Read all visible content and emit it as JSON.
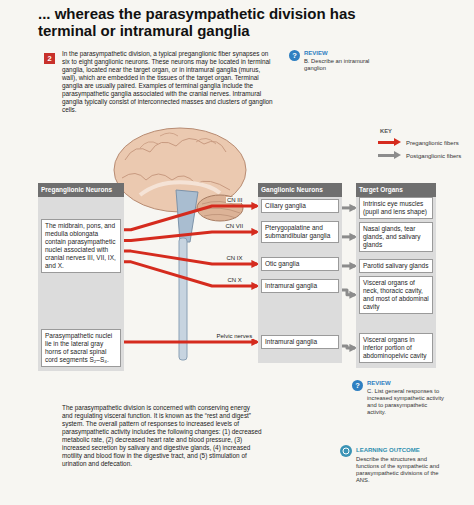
{
  "diagram": {
    "title": "... whereas the parasympathetic division has terminal or intramural ganglia",
    "nodes": [
      {
        "text": [
          "Preganglionic Neurons"
        ]
      },
      {
        "text": [
          "The midbrain, pons, and medulla oblongata contain parasympathetic nuclei associated with cranial nerves III, VII, IX, and X."
        ],
        "in": 0
      },
      {
        "text": [
          "Parasympathetic nuclei lie in the lateral gray horns of sacral spinal cord segments S₂–S₄."
        ],
        "in": 0
      },
      {
        "text": [
          "Ganglionic Neurons"
        ]
      },
      {
        "text": [
          "Ciliary ganglia"
        ],
        "in": 3
      },
      {
        "text": [
          "Pterygopalatine and submandibular ganglia"
        ],
        "in": 3
      },
      {
        "text": [
          "Otic ganglia"
        ],
        "in": 3
      },
      {
        "text": [
          "Intramural ganglia"
        ],
        "in": 3
      },
      {
        "text": [
          "Intramural ganglia"
        ],
        "in": 3
      },
      {
        "text": [
          "Target Organs"
        ]
      },
      {
        "text": [
          "Intrinsic eye muscles (pupil and lens shape)"
        ],
        "in": 9
      },
      {
        "text": [
          "Nasal glands, tear glands, and salivary glands"
        ],
        "in": 9
      },
      {
        "text": [
          "Parotid salivary glands"
        ],
        "in": 9
      },
      {
        "text": [
          "Visceral organs of neck, thoracic cavity, and most of abdominal cavity"
        ],
        "in": 9
      },
      {
        "text": [
          "Visceral organs in inferior portion of abdominopelvic cavity"
        ],
        "in": 9
      }
    ],
    "edges": [
      {
        "from": 1,
        "to": 4,
        "label": "CN III",
        "arrow": "to"
      },
      {
        "from": 1,
        "to": 5,
        "label": "CN VII",
        "arrow": "to"
      },
      {
        "from": 1,
        "to": 6,
        "label": "CN IX",
        "arrow": "to"
      },
      {
        "from": 1,
        "to": 7,
        "label": "CN X",
        "arrow": "to"
      },
      {
        "from": 2,
        "to": 8,
        "label": "Pelvic nerves",
        "arrow": "to"
      },
      {
        "from": 4,
        "to": 10,
        "arrow": "to"
      },
      {
        "from": 5,
        "to": 11,
        "arrow": "to"
      },
      {
        "from": 6,
        "to": 12,
        "arrow": "to"
      },
      {
        "from": 7,
        "to": 13,
        "arrow": "to"
      },
      {
        "from": 8,
        "to": 14,
        "arrow": "to"
      }
    ],
    "labels": [
      "2",
      "In the parasympathetic division, a typical preganglionic fiber synapses on six to eight ganglionic neurons. These neurons may be located in terminal ganglia, located near the target organ, or in intramural ganglia (murus, wall), which are embedded in the tissues of the target organ. Terminal ganglia are usually paired. Examples of terminal ganglia include the parasympathetic ganglia associated with the cranial nerves. Intramural ganglia typically consist of interconnected masses and clusters of ganglion cells.",
      "?",
      "REVIEW",
      "B. Describe an intramural ganglion",
      "KEY",
      "?",
      "REVIEW",
      "C. List general responses to increased sympathetic activity and to parasympathetic activity.",
      "LEARNING OUTCOME",
      "Describe the structures and functions of the sympathetic and parasympathetic divisions of the ANS.",
      "The parasympathetic division is concerned with conserving energy and regulating visceral function. It is known as the “rest and digest” system. The overall pattern of responses to increased levels of parasympathetic activity includes the following changes: (1) decreased metabolic rate, (2) decreased heart rate and blood pressure, (3) increased secretion by salivary and digestive glands, (4) increased motility and blood flow in the digestive tract, and (5) stimulation of urination and defecation."
    ],
    "legend": [
      {
        "text": "Preganglionic fibers",
        "color": "#d52b1e"
      },
      {
        "text": "Postganglionic fibers",
        "color": "#8c8c8c"
      }
    ]
  }
}
